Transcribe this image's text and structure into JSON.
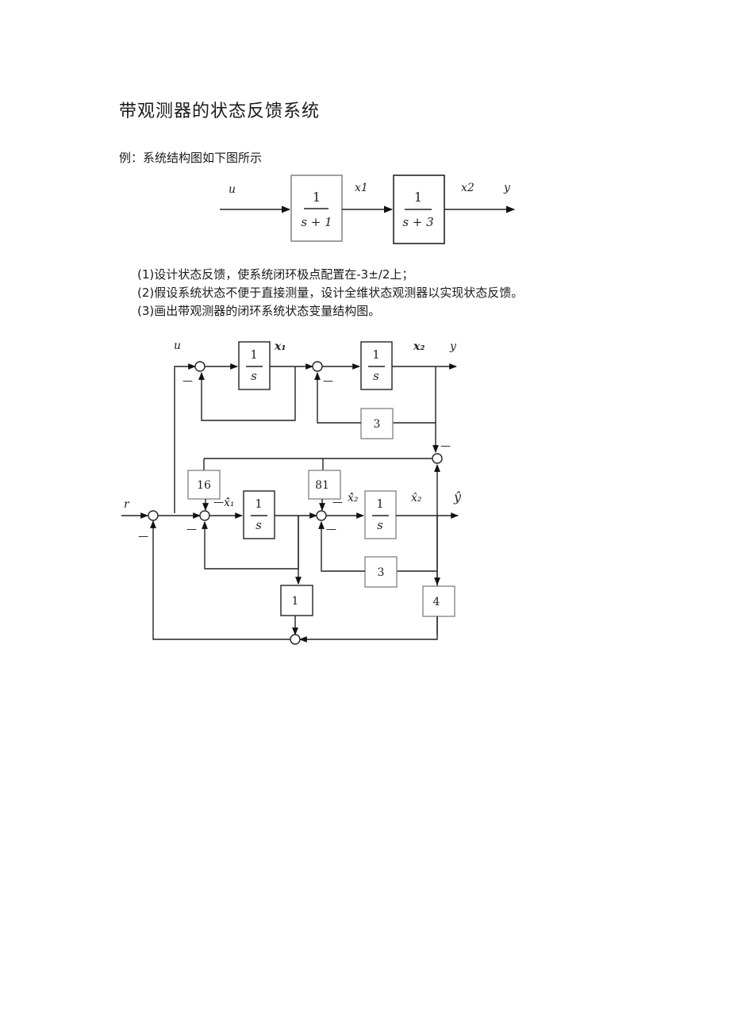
{
  "title": "带观测器的状态反馈系统",
  "example": "例：系统结构图如下图所示",
  "questions": [
    "(1)设计状态反馈，使系统闭环极点配置在-3±/2上；",
    "(2)假设系统状态不便于直接测量，设计全维状态观测器以实现状态反馈。",
    "(3)画出带观测器的闭环系统状态变量结构图。"
  ],
  "diagram1": {
    "input": "u",
    "block1_num": "1",
    "block1_den": "s + 1",
    "state1": "x1",
    "block2_num": "1",
    "block2_den": "s + 3",
    "state2": "x2",
    "output": "y"
  },
  "diagram2": {
    "u": "u",
    "x1": "x₁",
    "x2": "x₂",
    "y": "y",
    "r": "r",
    "integrator_num": "1",
    "integrator_den": "s",
    "gain_plant_fb": "3",
    "gain_obs_fb": "3",
    "gain_l1": "16",
    "gain_l2": "81",
    "gain_k1": "1",
    "gain_k2": "4",
    "xhat1_dot": "x̂̇₁",
    "xhat2_dot": "x̂̇₂",
    "xhat2": "x̂₂",
    "yhat": "ŷ",
    "minus": "—"
  }
}
